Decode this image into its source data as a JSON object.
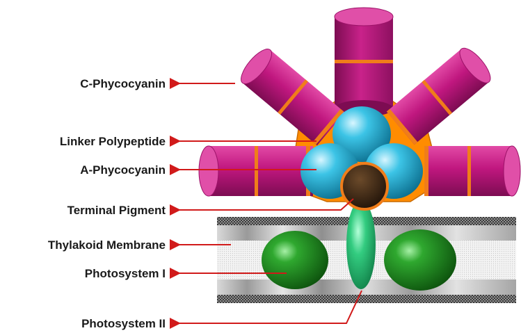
{
  "labels": {
    "c_phycocyanin": "C-Phycocyanin",
    "linker_polypeptide": "Linker Polypeptide",
    "a_phycocyanin": "A-Phycocyanin",
    "terminal_pigment": "Terminal Pigment",
    "thylakoid_membrane": "Thylakoid Membrane",
    "photosystem_1": "Photosystem I",
    "photosystem_2": "Photosystem II"
  },
  "colors": {
    "phycocyanin_rod": "#c0177f",
    "rod_stripe": "#f07d1a",
    "linker_core": "#ff8c00",
    "a_phycocyanin_sphere": "#29b6d8",
    "terminal_pigment": "#3a2412",
    "photosystem_1": "#1e8c1e",
    "photosystem_2": "#2fc77a",
    "arrow": "#d11a1a",
    "label_text": "#1a1a1a"
  }
}
